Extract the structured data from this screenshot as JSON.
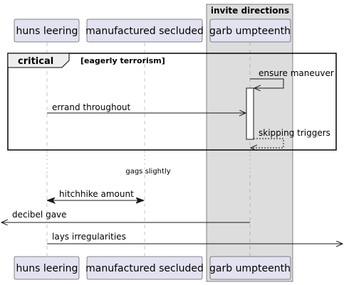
{
  "box": {
    "title": "invite directions"
  },
  "participants": [
    {
      "id": "p1",
      "label": "huns leering"
    },
    {
      "id": "p2",
      "label": "manufactured secluded"
    },
    {
      "id": "p3",
      "label": "garb umpteenth"
    }
  ],
  "fragment": {
    "kind": "critical",
    "condition": "[eagerly terrorism]"
  },
  "messages": [
    {
      "id": "m1",
      "label": "ensure maneuver",
      "from": "garb umpteenth",
      "to": "garb umpteenth",
      "style": "solid"
    },
    {
      "id": "m2",
      "label": "errand throughout",
      "from": "huns leering",
      "to": "garb umpteenth",
      "style": "solid"
    },
    {
      "id": "m3",
      "label": "skipping triggers",
      "from": "garb umpteenth",
      "to": "garb umpteenth",
      "style": "dashed"
    },
    {
      "id": "m4",
      "label": "hitchhike amount",
      "from": "huns leering",
      "to": "manufactured secluded",
      "style": "solid",
      "bidirectional": true
    },
    {
      "id": "m5",
      "label": "decibel gave",
      "from": "garb umpteenth",
      "to": "left edge",
      "style": "solid"
    },
    {
      "id": "m6",
      "label": "lays irregularities",
      "from": "huns leering",
      "to": "right edge",
      "style": "solid"
    }
  ],
  "delay": {
    "label": "gags slightly"
  },
  "colors": {
    "participant_fill": "#e2e2f0",
    "participant_stroke": "#181818",
    "box_fill": "#dddddd",
    "line": "#181818",
    "lifeline": "#8b8b8b"
  }
}
